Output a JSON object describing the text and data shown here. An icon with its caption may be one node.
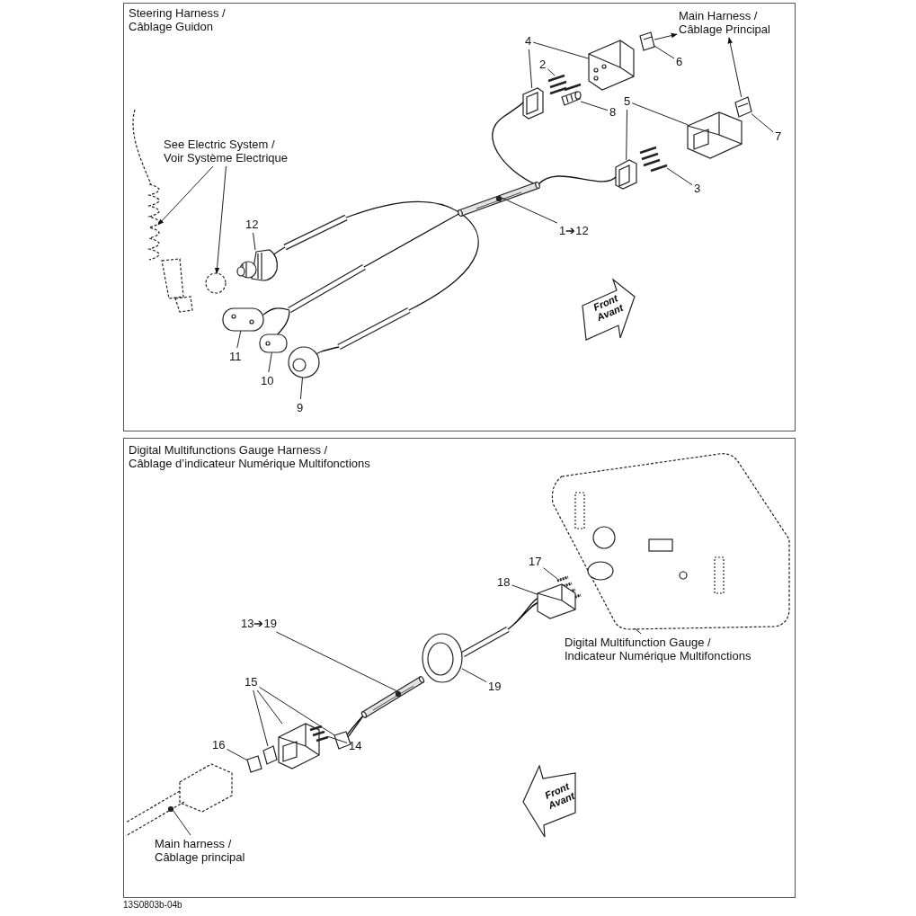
{
  "diagram": {
    "nodes": [
      {
        "text": [
          "Steering Harness / Câblage Guidon"
        ]
      },
      {
        "text": [
          "Main Harness / Câblage Principal"
        ],
        "in": 0
      },
      {
        "text": [
          "4"
        ],
        "in": 0
      },
      {
        "text": [
          "2"
        ],
        "in": 0
      },
      {
        "text": [
          "6"
        ],
        "in": 0
      },
      {
        "text": [
          "8"
        ],
        "in": 0
      },
      {
        "text": [
          "5"
        ],
        "in": 0
      },
      {
        "text": [
          "7"
        ],
        "in": 0
      },
      {
        "text": [
          "3"
        ],
        "in": 0
      },
      {
        "text": [
          "See Electric System / Voir Système Electrique"
        ],
        "in": 0
      },
      {
        "text": [
          "1➔12"
        ],
        "in": 0
      },
      {
        "text": [
          "12"
        ],
        "in": 0
      },
      {
        "text": [
          "11"
        ],
        "in": 0
      },
      {
        "text": [
          "10"
        ],
        "in": 0
      },
      {
        "text": [
          "9"
        ],
        "in": 0
      },
      {
        "text": [],
        "shape": "picture",
        "in": 0
      },
      {
        "text": [],
        "shape": "picture",
        "in": 0
      },
      {
        "text": [],
        "shape": "picture",
        "in": 0
      },
      {
        "text": [],
        "shape": "picture",
        "in": 0
      },
      {
        "text": [],
        "shape": "picture",
        "in": 0
      },
      {
        "text": [],
        "shape": "picture",
        "in": 0
      },
      {
        "text": [],
        "shape": "picture",
        "in": 0
      },
      {
        "text": [],
        "shape": "picture",
        "in": 0
      },
      {
        "text": [],
        "shape": "picture",
        "in": 0
      },
      {
        "text": [],
        "shape": "picture",
        "in": 0
      },
      {
        "text": [],
        "shape": "circle",
        "in": 0
      },
      {
        "text": [],
        "shape": "picture",
        "in": 0
      },
      {
        "text": [],
        "shape": "picture",
        "in": 0
      },
      {
        "text": [],
        "shape": "picture",
        "in": 0
      },
      {
        "text": [],
        "shape": "picture",
        "in": 0
      },
      {
        "text": [],
        "shape": "picture",
        "in": 0
      },
      {
        "text": [
          "Digital Multifunctions Gauge Harness / Câblage d’indicateur Numérique Multifonctions"
        ]
      },
      {
        "text": [
          "17"
        ],
        "in": 31
      },
      {
        "text": [
          "18"
        ],
        "in": 31
      },
      {
        "text": [
          "13➔19"
        ],
        "in": 31
      },
      {
        "text": [
          "Digital Multifunction Gauge / Indicateur Numérique Multifonctions"
        ],
        "in": 31
      },
      {
        "text": [
          "19"
        ],
        "in": 31
      },
      {
        "text": [
          "15"
        ],
        "in": 31
      },
      {
        "text": [
          "14"
        ],
        "in": 31
      },
      {
        "text": [
          "16"
        ],
        "in": 31
      },
      {
        "text": [
          "Main harness / Câblage principal"
        ],
        "in": 31
      },
      {
        "text": [],
        "shape": "picture",
        "in": 31
      },
      {
        "text": [],
        "shape": "picture",
        "in": 31
      },
      {
        "text": [],
        "shape": "picture",
        "in": 31
      },
      {
        "text": [],
        "shape": "picture",
        "in": 31
      },
      {
        "text": [],
        "shape": "picture",
        "in": 31
      },
      {
        "text": [],
        "shape": "picture",
        "in": 31
      },
      {
        "text": [],
        "shape": "picture",
        "in": 31
      },
      {
        "text": [],
        "shape": "picture",
        "in": 31
      },
      {
        "text": [],
        "shape": "picture",
        "in": 31
      },
      {
        "text": [],
        "shape": "picture",
        "in": 31
      },
      {
        "text": [],
        "shape": "picture",
        "in": 31
      }
    ],
    "edges": [
      {
        "from": 2,
        "to": 15,
        "arrow": "none"
      },
      {
        "from": 2,
        "to": 16,
        "arrow": "none"
      },
      {
        "from": 3,
        "to": 17,
        "arrow": "none"
      },
      {
        "from": 4,
        "to": 18,
        "arrow": "none"
      },
      {
        "from": 5,
        "to": 19,
        "arrow": "none"
      },
      {
        "from": 6,
        "to": 20,
        "arrow": "none"
      },
      {
        "from": 6,
        "to": 21,
        "arrow": "none"
      },
      {
        "from": 7,
        "to": 22,
        "arrow": "none"
      },
      {
        "from": 8,
        "to": 23,
        "arrow": "none"
      },
      {
        "from": 9,
        "to": 24,
        "arrow": "to"
      },
      {
        "from": 9,
        "to": 25,
        "arrow": "to"
      },
      {
        "from": 18,
        "to": 1,
        "arrow": "to"
      },
      {
        "from": 22,
        "to": 1,
        "arrow": "to"
      },
      {
        "from": 10,
        "to": 26,
        "arrow": "none"
      },
      {
        "from": 11,
        "to": 27,
        "arrow": "none"
      },
      {
        "from": 12,
        "to": 28,
        "arrow": "none"
      },
      {
        "from": 13,
        "to": 29,
        "arrow": "none"
      },
      {
        "from": 14,
        "to": 30,
        "arrow": "none"
      },
      {
        "from": 32,
        "to": 42,
        "arrow": "none"
      },
      {
        "from": 33,
        "to": 43,
        "arrow": "none"
      },
      {
        "from": 34,
        "to": 45,
        "arrow": "none"
      },
      {
        "from": 35,
        "to": 41,
        "arrow": "none"
      },
      {
        "from": 36,
        "to": 44,
        "arrow": "none"
      },
      {
        "from": 37,
        "to": 46,
        "arrow": "none"
      },
      {
        "from": 37,
        "to": 47,
        "arrow": "none"
      },
      {
        "from": 37,
        "to": 48,
        "arrow": "none"
      },
      {
        "from": 38,
        "to": 49,
        "arrow": "none"
      },
      {
        "from": 39,
        "to": 50,
        "arrow": "none"
      },
      {
        "from": 40,
        "to": 51,
        "arrow": "none"
      }
    ],
    "labels": [
      "Front Avant",
      "Front Avant",
      "13S0803b-04b"
    ]
  }
}
